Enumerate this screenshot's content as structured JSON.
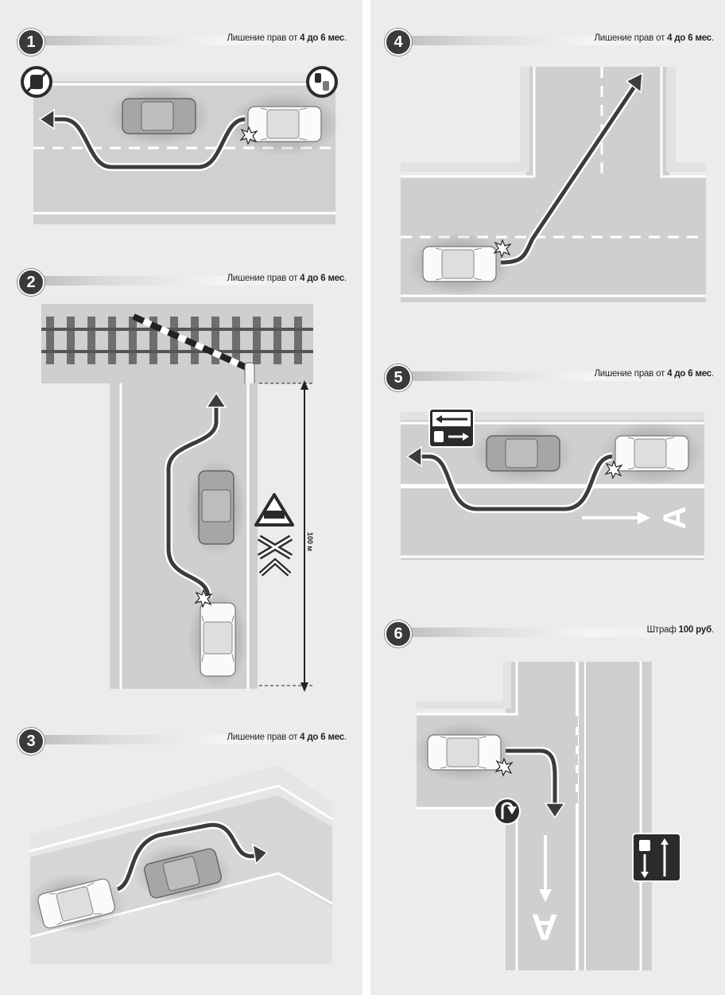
{
  "panels": [
    {
      "num": "1",
      "pen_pre": "Лишение прав от ",
      "pen_bold": "4 до 6 мес",
      "pen_post": "."
    },
    {
      "num": "2",
      "pen_pre": "Лишение прав от ",
      "pen_bold": "4 до 6 мес",
      "pen_post": "."
    },
    {
      "num": "3",
      "pen_pre": "Лишение прав от ",
      "pen_bold": "4 до 6 мес",
      "pen_post": "."
    },
    {
      "num": "4",
      "pen_pre": "Лишение прав от ",
      "pen_bold": "4 до 6 мес",
      "pen_post": "."
    },
    {
      "num": "5",
      "pen_pre": "Лишение прав от ",
      "pen_bold": "4 до 6 мес",
      "pen_post": "."
    },
    {
      "num": "6",
      "pen_pre": "Штраф ",
      "pen_bold": "100 руб",
      "pen_post": "."
    }
  ],
  "distance_label": "100 м",
  "lane_letter": "А",
  "colors": {
    "road": "#cfcfcf",
    "line": "#ffffff",
    "arrow": "#3c3c3c",
    "sign": "#2b2b2b"
  }
}
